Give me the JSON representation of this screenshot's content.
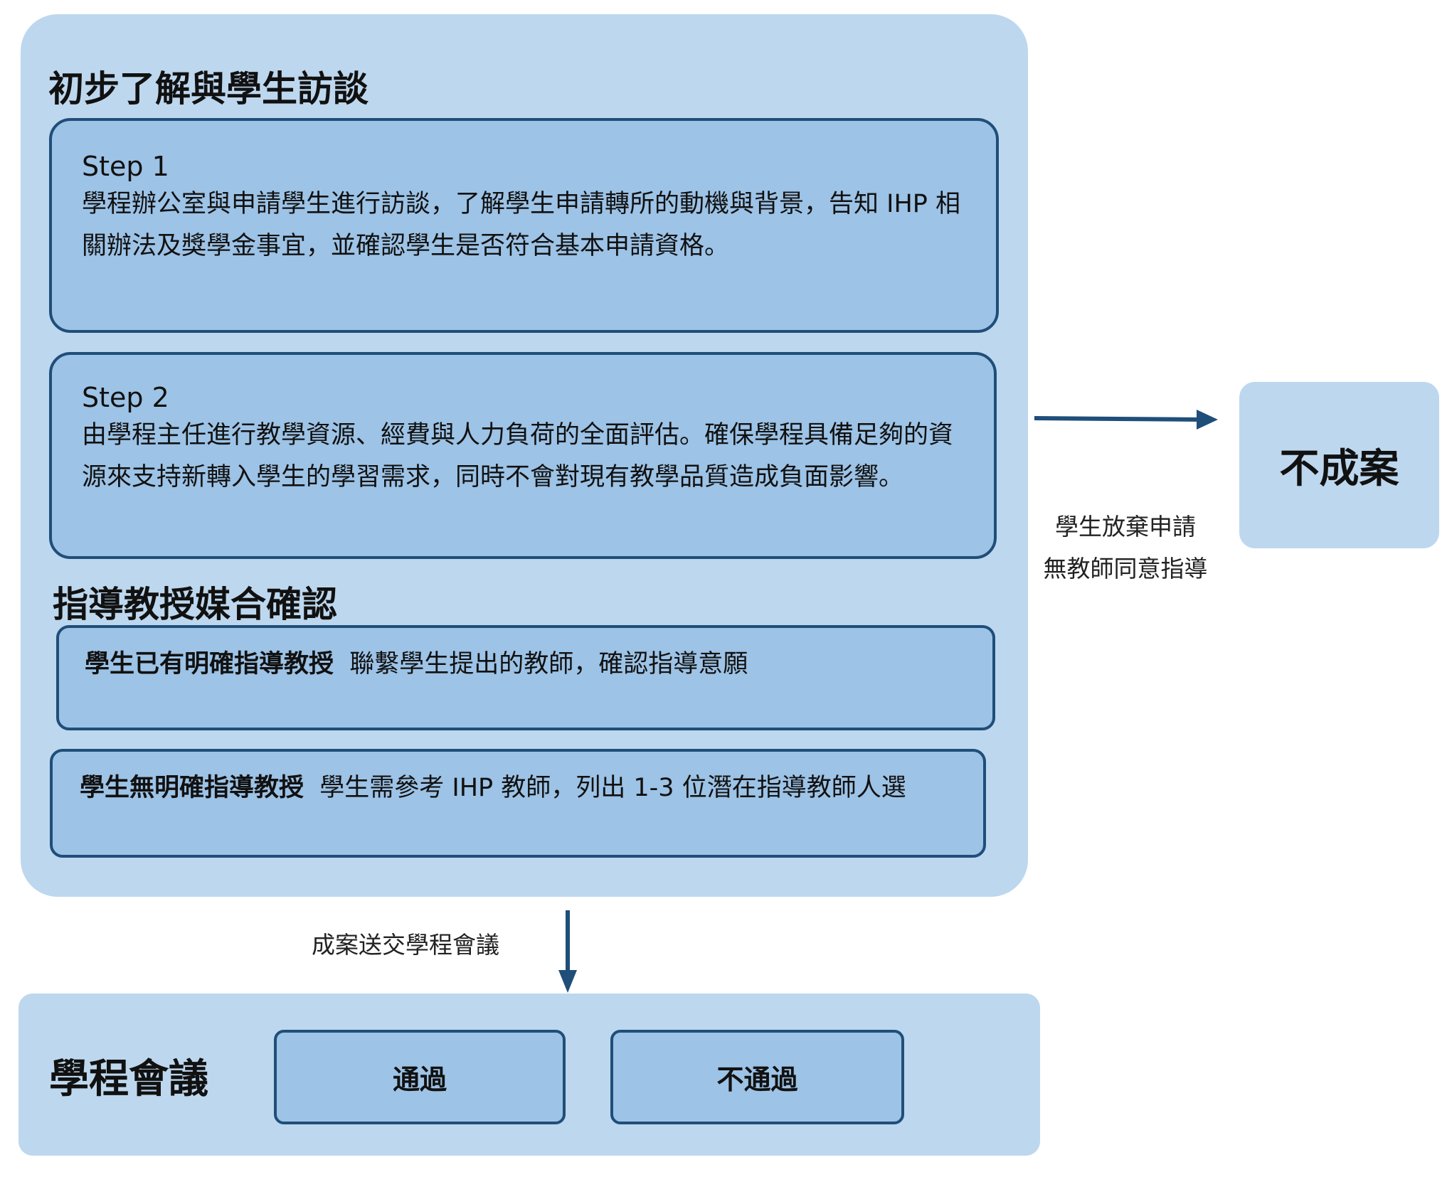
{
  "colors": {
    "panel": "#bdd7ee",
    "box": "#9dc3e6",
    "border": "#1f4e79",
    "arrow": "#1f4e79"
  },
  "section1": {
    "title": "初步了解與學生訪談",
    "step1": {
      "label": "Step 1",
      "text": "學程辦公室與申請學生進行訪談，了解學生申請轉所的動機與背景，告知 IHP 相關辦法及獎學金事宜，並確認學生是否符合基本申請資格。"
    },
    "step2": {
      "label": "Step 2",
      "text": "由學程主任進行教學資源、經費與人力負荷的全面評估。確保學程具備足夠的資源來支持新轉入學生的學習需求，同時不會對現有教學品質造成負面影響。"
    }
  },
  "section2": {
    "title": "指導教授媒合確認",
    "case_a": {
      "bold": "學生已有明確指導教授",
      "text": "聯繫學生提出的教師，確認指導意願"
    },
    "case_b": {
      "bold": "學生無明確指導教授",
      "text": "學生需參考 IHP 教師，列出 1-3 位潛在指導教師人選"
    }
  },
  "reject": {
    "title": "不成案",
    "reasons": [
      "學生放棄申請",
      "無教師同意指導"
    ]
  },
  "submit_label": "成案送交學程會議",
  "meeting": {
    "title": "學程會議",
    "pass": "通過",
    "fail": "不通過"
  }
}
